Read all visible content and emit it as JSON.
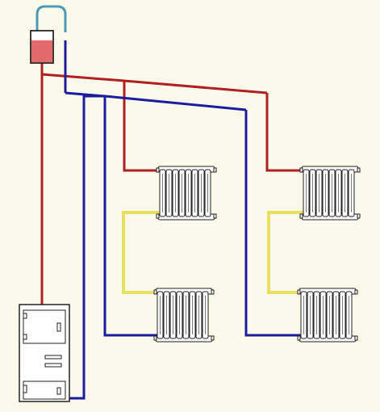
{
  "diagram": {
    "background": "#fbf9ea",
    "colors": {
      "supply_pipe": "#b02020",
      "return_pipe": "#1c1ca0",
      "connector_pipe": "#e8e060",
      "expansion_tank_liquid": "#e26a6a",
      "vent_tube": "#4a9bb5",
      "outline": "#222222",
      "radiator_fill": "#ffffff"
    },
    "components": [
      {
        "name": "expansion-tank",
        "icon": "tank-icon"
      },
      {
        "name": "boiler",
        "icon": "boiler-icon"
      },
      {
        "name": "radiator-upper-left",
        "icon": "radiator-icon",
        "sections": 8
      },
      {
        "name": "radiator-lower-left",
        "icon": "radiator-icon",
        "sections": 8
      },
      {
        "name": "radiator-upper-right",
        "icon": "radiator-icon",
        "sections": 8
      },
      {
        "name": "radiator-lower-right",
        "icon": "radiator-icon",
        "sections": 8
      }
    ]
  }
}
